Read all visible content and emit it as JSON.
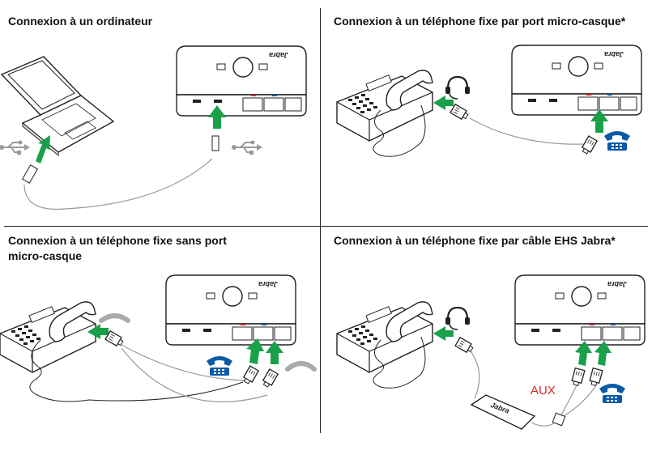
{
  "panels": [
    {
      "title": "Connexion à un ordinateur"
    },
    {
      "title": "Connexion à un téléphone fixe par port micro-casque*"
    },
    {
      "title": "Connexion à un téléphone fixe sans port\nmicro-casque"
    },
    {
      "title": "Connexion à un téléphone fixe par câble EHS Jabra*"
    }
  ],
  "labels": {
    "aux": "AUX",
    "brand": "Jabra",
    "base_aux": "AUX"
  },
  "colors": {
    "arrow_green": "#1aa04a",
    "phone_blue": "#0b5aa5",
    "aux_red": "#d7262b",
    "line": "#222222",
    "handset_gray": "#a8a8a8"
  },
  "icons": [
    "laptop-icon",
    "usb-icon",
    "desk-phone-icon",
    "headset-icon",
    "handset-icon",
    "base-station-icon",
    "rj-connector-icon"
  ]
}
